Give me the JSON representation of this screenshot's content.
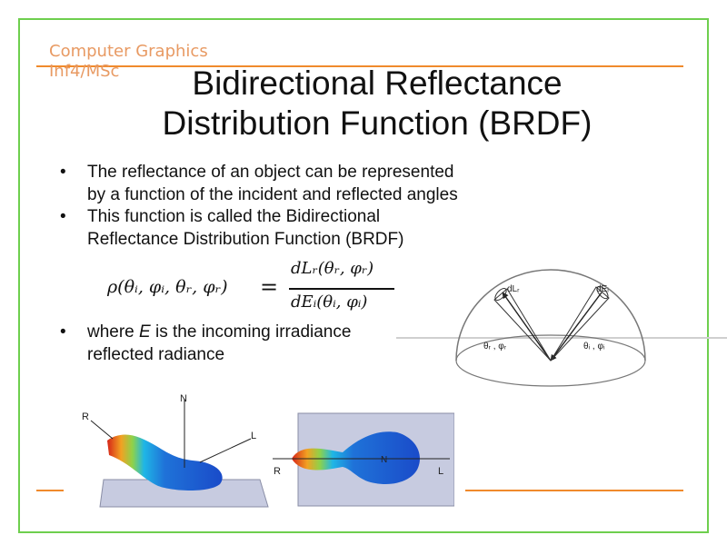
{
  "brand": {
    "line1": "Computer Graphics",
    "line2": "Inf4/MSc"
  },
  "title": {
    "line1": "Bidirectional Reflectance",
    "line2": "Distribution Function (BRDF)"
  },
  "bullets": [
    {
      "marker": "•",
      "lines": [
        "The reflectance of an object can be represented",
        "by a function of the incident and reflected angles"
      ]
    },
    {
      "marker": "•",
      "lines": [
        "This function is called the Bidirectional",
        "Reflectance Distribution Function (BRDF)"
      ]
    }
  ],
  "bullet_last": {
    "marker": "•",
    "prefix": "where ",
    "var": "E",
    "mid": " is the incoming irradiance",
    "line2": "reflected radiance"
  },
  "formula": {
    "lhs": "ρ(θᵢ, φᵢ, θᵣ, φᵣ)",
    "eq": "=",
    "numerator": "dLᵣ(θᵣ, φᵣ)",
    "denominator": "dEᵢ(θᵢ, φᵢ)"
  },
  "hemisphere": {
    "label_dl": "dLᵣ",
    "label_de": "dEᵢ",
    "label_theta_r": "θᵣ , φᵣ",
    "label_theta_i": "θᵢ , φᵢ"
  },
  "lobe_figure": {
    "label_n": "N",
    "label_r": "R",
    "label_l": "L"
  },
  "pad_figure": {
    "label_n": "N",
    "label_r": "R",
    "label_l": "L"
  },
  "colors": {
    "frame": "#6ecf4e",
    "accent_line": "#f08a2c",
    "brand": "#e89a63"
  }
}
